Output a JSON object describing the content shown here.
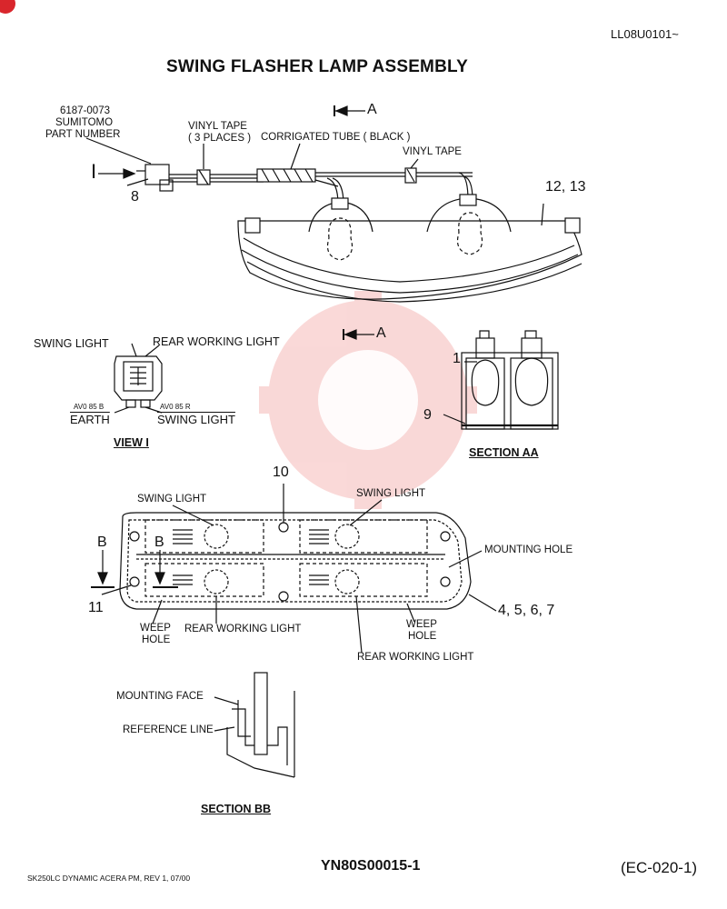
{
  "header": {
    "doc_code": "LL08U0101~",
    "title": "SWING FLASHER LAMP ASSEMBLY"
  },
  "top_view": {
    "connector_part": [
      "6187-0073",
      "SUMITOMO",
      "PART  NUMBER"
    ],
    "view_marker": "I",
    "vinyl_tape_1": [
      "VINYL TAPE",
      "( 3 PLACES )"
    ],
    "corrugated_tube": "CORRIGATED TUBE ( BLACK )",
    "vinyl_tape_2": "VINYL TAPE",
    "section_marker": "A",
    "item_connector": "8",
    "item_lamp": "12, 13"
  },
  "view_i": {
    "swing_light_top": "SWING  LIGHT",
    "rear_working_light": "REAR WORKING LIGHT",
    "wire_left": "AV0   85 B",
    "wire_right": "AV0   85 R",
    "earth": "EARTH",
    "swing_light_bottom": "SWING  LIGHT",
    "caption": "VIEW   I"
  },
  "section_aa": {
    "section_marker": "A",
    "item_bulb": "1",
    "item_housing": "9",
    "caption": "SECTION   AA"
  },
  "front_view": {
    "item_screw": "10",
    "swing_light_left": "SWING LIGHT",
    "swing_light_right": "SWING LIGHT",
    "mounting_hole": "MOUNTING HOLE",
    "section_b_outer": "B",
    "section_b_inner": "B",
    "item_weep": "11",
    "weep_hole_left": [
      "WEEP",
      "HOLE"
    ],
    "rear_working_left": "REAR WORKING LIGHT",
    "weep_hole_right": [
      "WEEP",
      "HOLE"
    ],
    "items_lens": "4, 5, 6, 7",
    "rear_working_right": "REAR WORKING LIGHT"
  },
  "section_bb": {
    "mounting_face": "MOUNTING FACE",
    "reference_line": "REFERENCE LINE",
    "caption": "SECTION   BB"
  },
  "footer": {
    "left": "SK250LC DYNAMIC ACERA PM, REV 1,  07/00",
    "center": "YN80S00015-1",
    "right": "(EC-020-1)"
  }
}
